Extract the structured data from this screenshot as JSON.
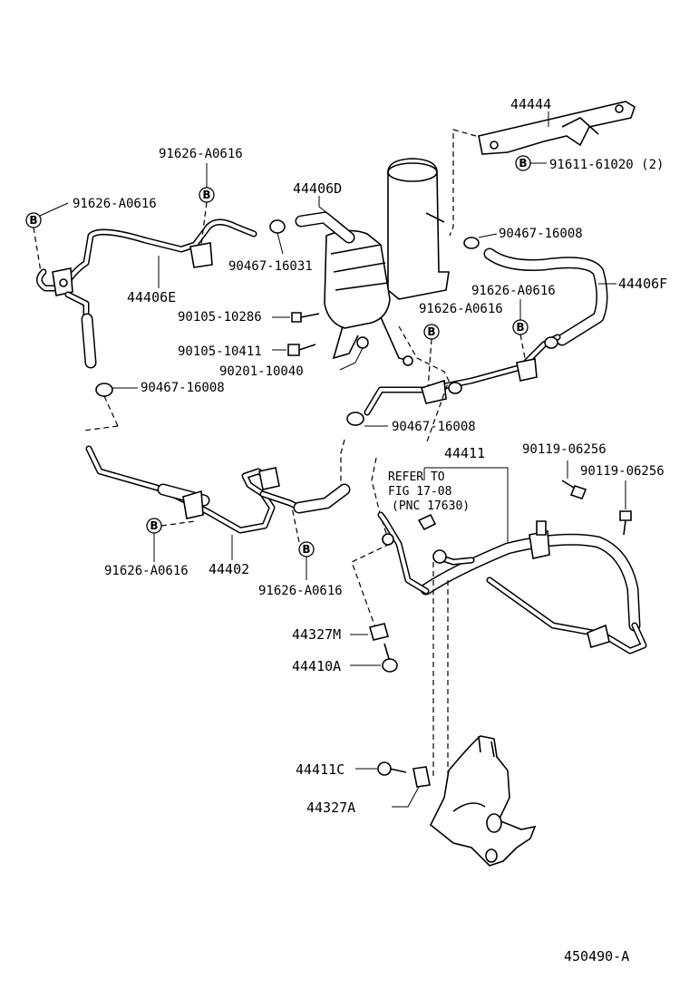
{
  "labels": {
    "p44444": "44444",
    "p91611_61020": "91611-61020 (2)",
    "p91626_a0616_top": "91626-A0616",
    "p91626_a0616_left": "91626-A0616",
    "p44406d": "44406D",
    "p90467_16008_right": "90467-16008",
    "p44406f": "44406F",
    "p90467_16031": "90467-16031",
    "p44406e": "44406E",
    "p91626_a0616_mid_right": "91626-A0616",
    "p91626_a0616_mid": "91626-A0616",
    "p90105_10286": "90105-10286",
    "p90105_10411": "90105-10411",
    "p90201_10040": "90201-10040",
    "p90467_16008_left": "90467-16008",
    "p90467_16008_mid": "90467-16008",
    "p44411": "44411",
    "p90119_06256_a": "90119-06256",
    "p90119_06256_b": "90119-06256",
    "refer_line1": "REFER TO",
    "refer_line2": "FIG 17-08",
    "refer_line3": "(PNC 17630)",
    "p91626_a0616_bottom_left": "91626-A0616",
    "p44402": "44402",
    "p91626_a0616_bottom_mid": "91626-A0616",
    "p44327m": "44327M",
    "p44410a": "44410A",
    "p44411c": "44411C",
    "p44327a": "44327A",
    "figure_code": "450490-A"
  },
  "markers": {
    "b": "B"
  }
}
